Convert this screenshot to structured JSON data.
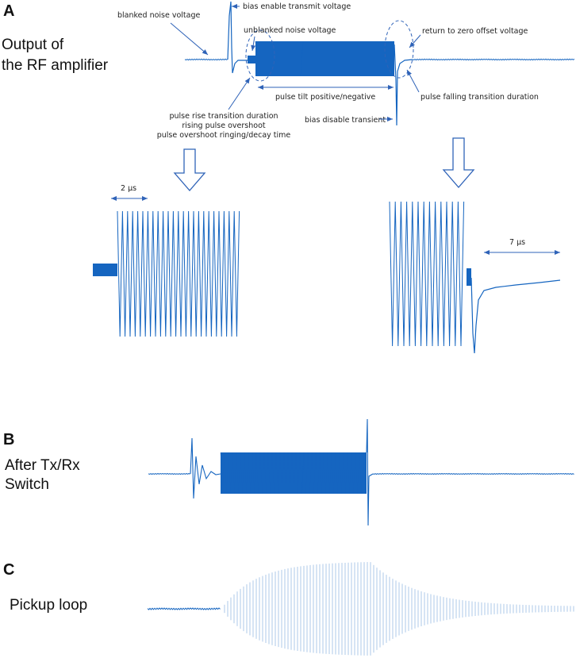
{
  "colors": {
    "waveform": "#1565c0",
    "arrow": "#2f63b8",
    "text": "#222222"
  },
  "panels": {
    "a": {
      "letter": "A",
      "label_line1": "Output of",
      "label_line2": "the RF amplifier",
      "annotations": {
        "blanked_noise": "blanked noise voltage",
        "bias_enable": "bias enable transmit voltage",
        "unblanked_noise": "unblanked noise voltage",
        "return_zero": "return to zero offset voltage",
        "pulse_tilt": "pulse tilt positive/negative",
        "pulse_falling": "pulse falling transition duration",
        "bias_disable": "bias disable transient",
        "rise_line1": "pulse rise transition duration",
        "rise_line2": "rising pulse overshoot",
        "rise_line3": "pulse overshoot ringing/decay time"
      },
      "zoom_left_scale": "2 μs",
      "zoom_right_scale": "7 μs"
    },
    "b": {
      "letter": "B",
      "label_line1": "After Tx/Rx",
      "label_line2": "Switch"
    },
    "c": {
      "letter": "C",
      "label_line1": "Pickup loop"
    }
  }
}
